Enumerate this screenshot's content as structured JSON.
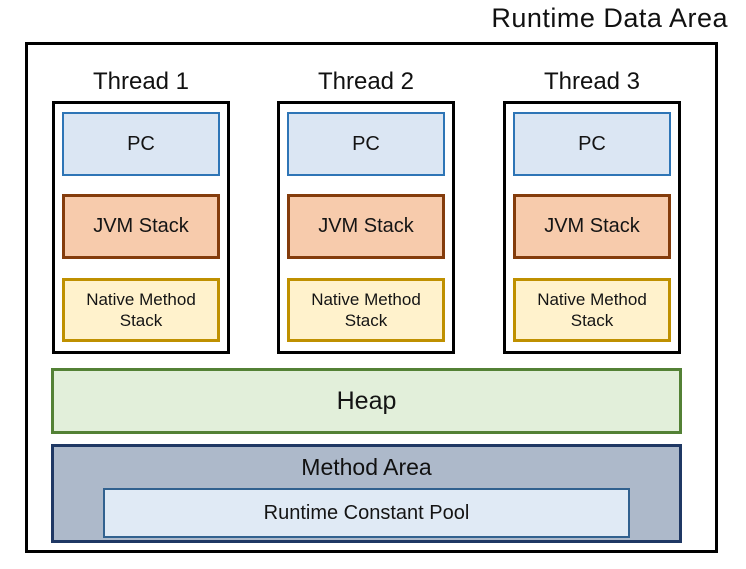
{
  "title": "Runtime Data Area",
  "threads": [
    {
      "label": "Thread 1",
      "pc": "PC",
      "jvm_stack": "JVM Stack",
      "native_method_stack": "Native Method Stack"
    },
    {
      "label": "Thread 2",
      "pc": "PC",
      "jvm_stack": "JVM Stack",
      "native_method_stack": "Native Method Stack"
    },
    {
      "label": "Thread 3",
      "pc": "PC",
      "jvm_stack": "JVM Stack",
      "native_method_stack": "Native Method Stack"
    }
  ],
  "heap": {
    "label": "Heap"
  },
  "method_area": {
    "label": "Method Area",
    "runtime_constant_pool": "Runtime Constant Pool"
  },
  "colors": {
    "outline": "#000000",
    "pc_fill": "#dbe6f3",
    "pc_border": "#2e75b6",
    "jvm_stack_fill": "#f7cbac",
    "jvm_stack_border": "#843c0c",
    "native_stack_fill": "#fff2cc",
    "native_stack_border": "#bf9000",
    "heap_fill": "#e2efda",
    "heap_border": "#538135",
    "method_area_fill": "#adb9ca",
    "method_area_border": "#1f3864",
    "runtime_constant_pool_fill": "#e0eaf5",
    "runtime_constant_pool_border": "#31618f"
  }
}
